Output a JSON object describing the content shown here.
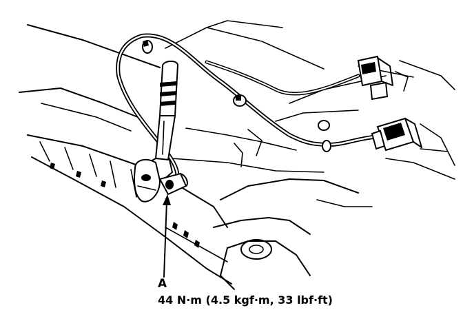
{
  "callout": {
    "letter": "A",
    "torque": "44 N·m (4.5 kgf·m, 33 lbf·ft)"
  },
  "colors": {
    "ink": "#000000",
    "paper": "#ffffff"
  },
  "parts": [
    "wheel-sensor",
    "torque-wrench",
    "sensor-harness",
    "harness-connector-upper",
    "harness-connector-lower",
    "harness-clips",
    "steering-knuckle",
    "suspension-arm"
  ]
}
